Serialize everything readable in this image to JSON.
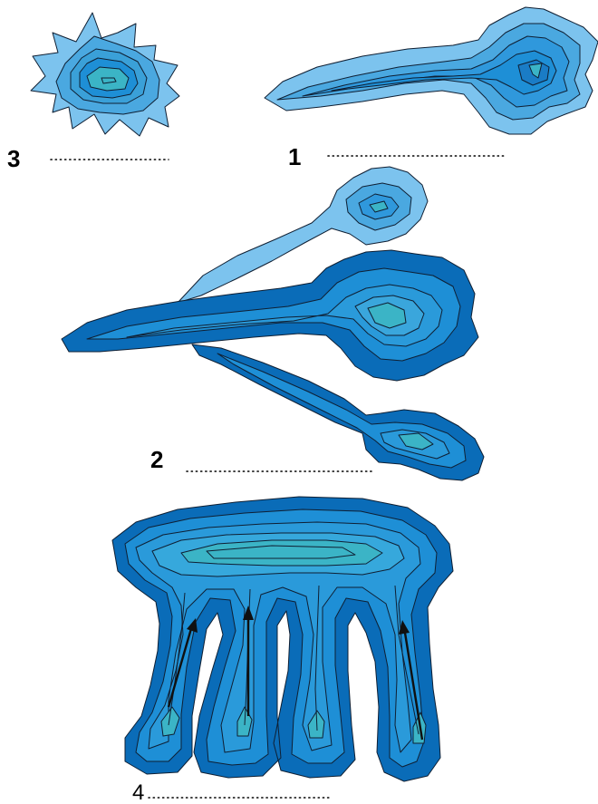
{
  "labels": {
    "one": "1",
    "two": "2",
    "three": "3",
    "four": "4"
  },
  "colors": {
    "light": "#7cc3ee",
    "mid_light": "#4aa8e0",
    "mid": "#1e8fd6",
    "dark": "#0a6cb8",
    "deepest": "#05509a",
    "core": "#3bb4c6",
    "outline": "#0f1f33"
  }
}
